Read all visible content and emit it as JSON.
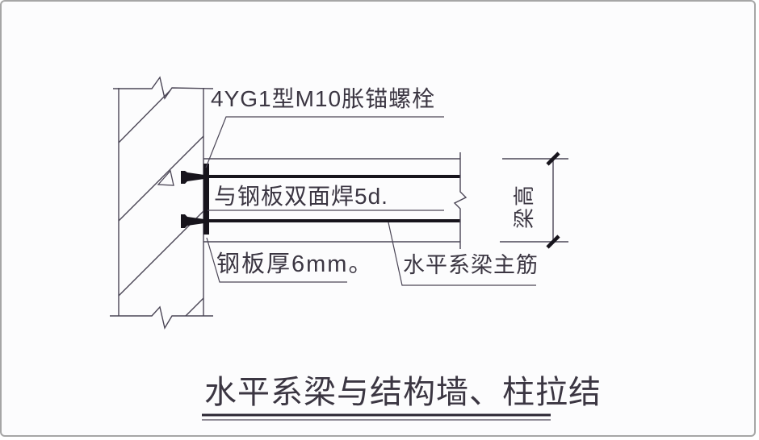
{
  "drawing": {
    "title": "水平系梁与结构墙、柱拉结",
    "labels": {
      "anchor_bolt": "4YG1型M10胀锚螺栓",
      "weld": "与钢板双面焊5d.",
      "plate_thickness": "钢板厚6mm。",
      "rebar": "水平系梁主筋",
      "beam_height": "梁高"
    },
    "colors": {
      "bg": "#fcfcfd",
      "border": "#a6a6a6",
      "line": "#4b4656",
      "heavy": "#17141c",
      "text": "#3b3642"
    }
  }
}
